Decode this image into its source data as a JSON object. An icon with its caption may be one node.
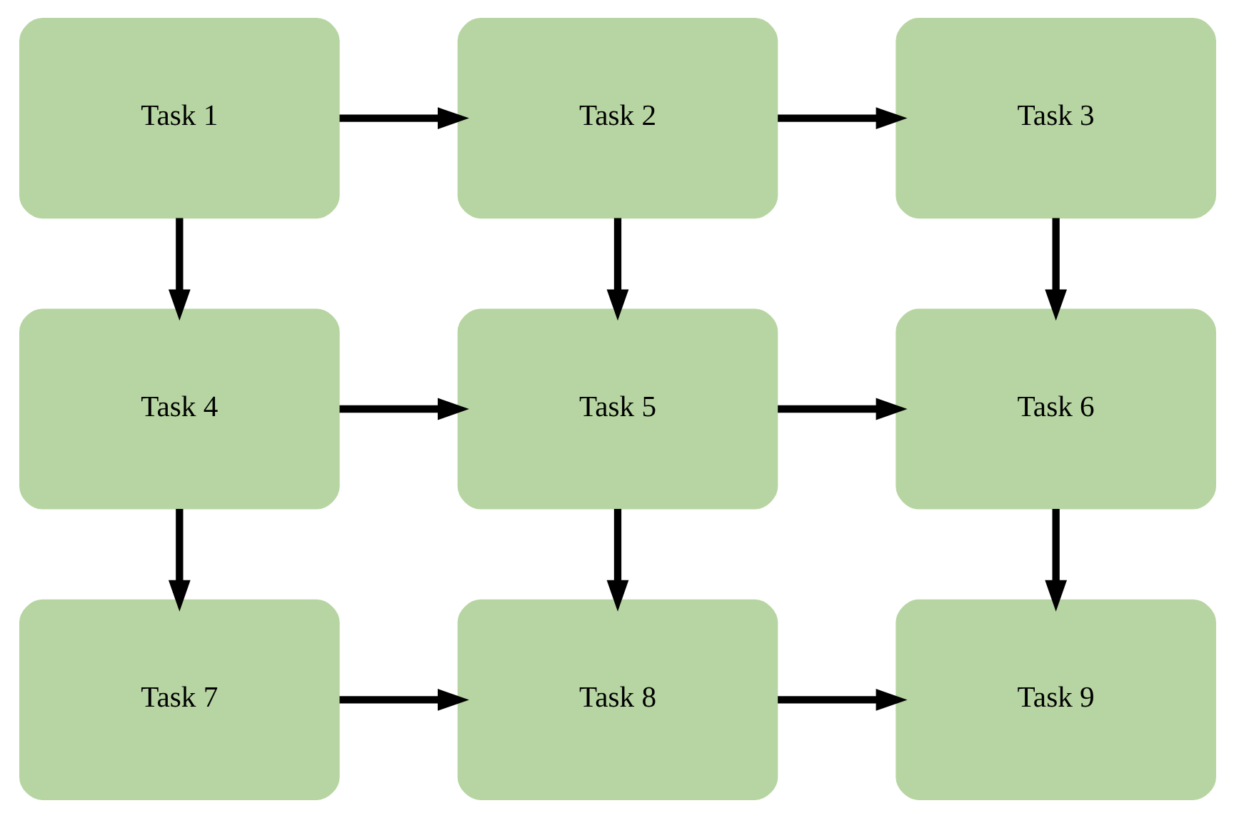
{
  "diagram": {
    "nodes": [
      {
        "text": [
          "Task 1"
        ]
      },
      {
        "text": [
          "Task 2"
        ]
      },
      {
        "text": [
          "Task 3"
        ]
      },
      {
        "text": [
          "Task 4"
        ]
      },
      {
        "text": [
          "Task 5"
        ]
      },
      {
        "text": [
          "Task 6"
        ]
      },
      {
        "text": [
          "Task 7"
        ]
      },
      {
        "text": [
          "Task 8"
        ]
      },
      {
        "text": [
          "Task 9"
        ]
      }
    ],
    "edges": [
      {
        "from": 0,
        "to": 1,
        "arrow": "to"
      },
      {
        "from": 1,
        "to": 2,
        "arrow": "to"
      },
      {
        "from": 0,
        "to": 3,
        "arrow": "to"
      },
      {
        "from": 1,
        "to": 4,
        "arrow": "to"
      },
      {
        "from": 2,
        "to": 5,
        "arrow": "to"
      },
      {
        "from": 3,
        "to": 4,
        "arrow": "to"
      },
      {
        "from": 4,
        "to": 5,
        "arrow": "to"
      },
      {
        "from": 3,
        "to": 6,
        "arrow": "to"
      },
      {
        "from": 4,
        "to": 7,
        "arrow": "to"
      },
      {
        "from": 5,
        "to": 8,
        "arrow": "to"
      },
      {
        "from": 6,
        "to": 7,
        "arrow": "to"
      },
      {
        "from": 7,
        "to": 8,
        "arrow": "to"
      }
    ]
  }
}
